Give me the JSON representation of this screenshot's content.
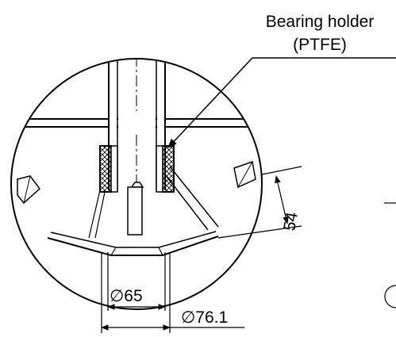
{
  "callout": {
    "line1": "Bearing holder",
    "line2": "(PTFE)"
  },
  "dimensions": {
    "inner_diameter": "65",
    "outer_diameter": "76.1",
    "diameter_symbol": "∅",
    "angle_value": "54"
  },
  "colors": {
    "line": "#000000",
    "hatch": "#000000",
    "background": "#ffffff"
  }
}
